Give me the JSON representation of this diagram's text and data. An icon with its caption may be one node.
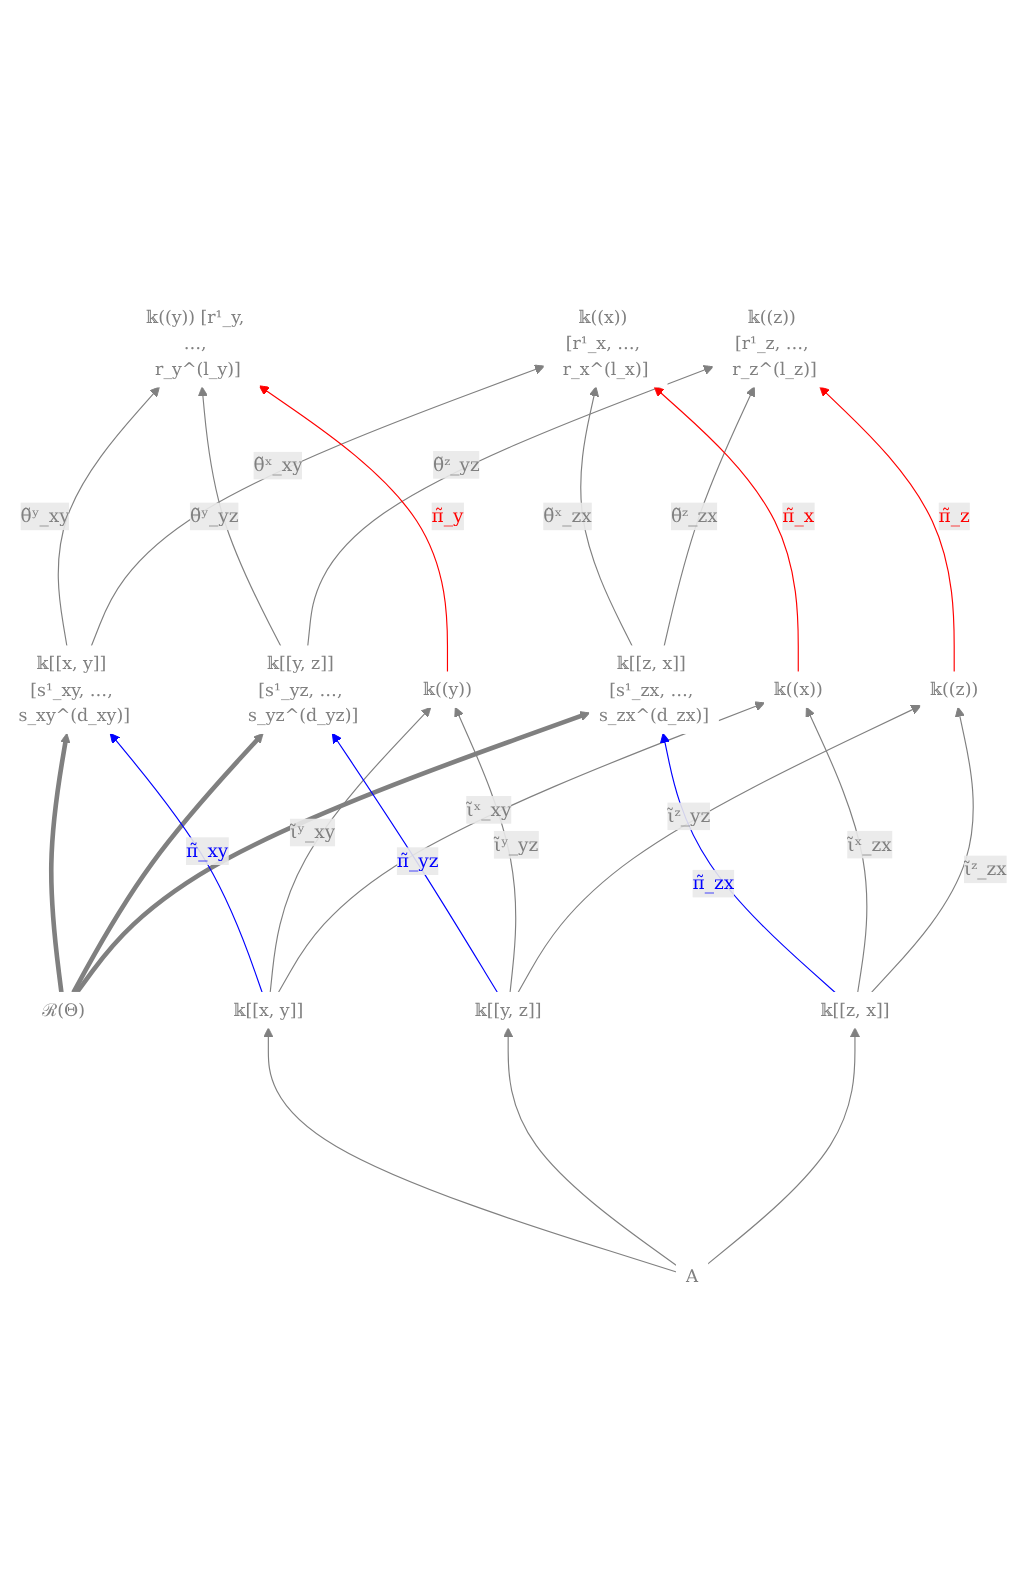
{
  "diagram": {
    "nodes": [
      {
        "text": [
          "𝕜((z)) [r¹_z, …, r_z^(l_z)]"
        ]
      },
      {
        "text": [
          "𝕜[[z, x]] [s¹_zx, …, s_zx^(d_zx)]"
        ]
      },
      {
        "text": [
          "𝕜[[y, z]] [s¹_yz, …, s_yz^(d_yz)]"
        ]
      },
      {
        "text": [
          "ℛ(Θ)"
        ]
      },
      {
        "text": [
          "𝕜((x)) [r¹_x, …, r_x^(l_x)]"
        ]
      },
      {
        "text": [
          "𝕜((y)) [r¹_y, …, r_y^(l_y)]"
        ]
      },
      {
        "text": [
          "𝕜[[x, y]] [s¹_xy, …, s_xy^(d_xy)]"
        ]
      },
      {
        "text": [
          "𝕜((z))"
        ]
      },
      {
        "text": [
          "𝕜[[z, x]]"
        ]
      },
      {
        "text": [
          "𝕜[[y, z]]"
        ]
      },
      {
        "text": [
          "A"
        ]
      },
      {
        "text": [
          "𝕜((x))"
        ]
      },
      {
        "text": [
          "𝕜((y))"
        ]
      },
      {
        "text": [
          "𝕜[[x, y]]"
        ]
      }
    ],
    "edges": [
      {
        "from": 1,
        "to": 0,
        "arrow": "to",
        "label": "θ̃ᶻ_zx"
      },
      {
        "from": 2,
        "to": 0,
        "arrow": "to",
        "label": "θ̃ᶻ_yz"
      },
      {
        "from": 3,
        "to": 1,
        "arrow": "to",
        "style": "thick"
      },
      {
        "from": 3,
        "to": 2,
        "arrow": "to",
        "style": "thick"
      },
      {
        "from": 1,
        "to": 4,
        "arrow": "to",
        "label": "θ̃ˣ_zx"
      },
      {
        "from": 2,
        "to": 5,
        "arrow": "to",
        "label": "θ̃ʸ_yz"
      },
      {
        "from": 3,
        "to": 6,
        "arrow": "to",
        "style": "thick"
      },
      {
        "from": 6,
        "to": 4,
        "arrow": "to",
        "label": "θ̃ˣ_xy"
      },
      {
        "from": 6,
        "to": 5,
        "arrow": "to",
        "label": "θ̃ʸ_xy"
      },
      {
        "from": 8,
        "to": 7,
        "arrow": "to",
        "label": "ι̃ᶻ_zx"
      },
      {
        "from": 9,
        "to": 7,
        "arrow": "to",
        "label": "ι̃ᶻ_yz"
      },
      {
        "from": 10,
        "to": 8,
        "arrow": "to"
      },
      {
        "from": 10,
        "to": 9,
        "arrow": "to"
      },
      {
        "from": 8,
        "to": 11,
        "arrow": "to",
        "label": "ι̃ˣ_zx"
      },
      {
        "from": 9,
        "to": 12,
        "arrow": "to",
        "label": "ι̃ʸ_yz"
      },
      {
        "from": 10,
        "to": 13,
        "arrow": "to"
      },
      {
        "from": 13,
        "to": 11,
        "arrow": "to",
        "label": "ι̃ˣ_xy"
      },
      {
        "from": 13,
        "to": 12,
        "arrow": "to",
        "label": "ι̃ʸ_xy"
      },
      {
        "from": 7,
        "to": 0,
        "arrow": "to",
        "label": "π̃_z",
        "color": "#ff0000"
      },
      {
        "from": 8,
        "to": 1,
        "arrow": "to",
        "label": "π̃_zx",
        "color": "#0000ff"
      },
      {
        "from": 11,
        "to": 4,
        "arrow": "to",
        "label": "π̃_x",
        "color": "#ff0000"
      },
      {
        "from": 9,
        "to": 2,
        "arrow": "to",
        "label": "π̃_yz",
        "color": "#0000ff"
      },
      {
        "from": 12,
        "to": 5,
        "arrow": "to",
        "label": "π̃_y",
        "color": "#ff0000"
      },
      {
        "from": 13,
        "to": 6,
        "arrow": "to",
        "label": "π̃_xy",
        "color": "#0000ff"
      }
    ]
  }
}
